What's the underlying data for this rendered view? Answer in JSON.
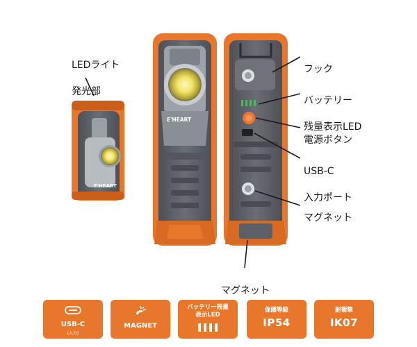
{
  "labels": {
    "led_line1": "LEDライト",
    "led_line2": "発光部",
    "hook": "フック",
    "battery_line1": "バッテリー",
    "battery_line2": "残量表示LED",
    "power": "電源ボタン",
    "usb_line1": "USB-C",
    "usb_line2": "入力ポート",
    "magnet_right": "マグネット",
    "magnet_bottom": "マグネット"
  },
  "product": {
    "brand": "E'HEART"
  },
  "badges": [
    {
      "main": "USB-C",
      "sub": "(入力)"
    },
    {
      "main": "MAGNET"
    },
    {
      "top1": "バッテリー残量",
      "top2": "表示LED"
    },
    {
      "top": "保護等級",
      "main": "IP54"
    },
    {
      "top": "耐衝撃",
      "main": "IK07"
    }
  ],
  "colors": {
    "accent": "#e8762b",
    "body_gray": "#5c6066",
    "led_green": "#2ecc40"
  }
}
